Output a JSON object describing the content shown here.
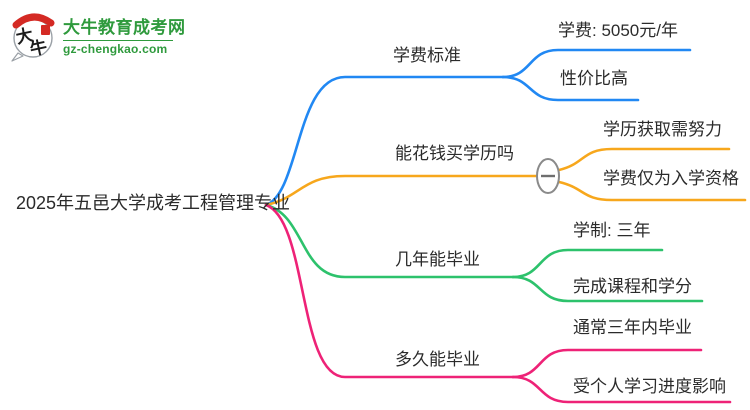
{
  "colors": {
    "branch-blue": "#2188f3",
    "branch-orange": "#f7a71c",
    "branch-green": "#2dc26c",
    "branch-pink": "#ee2277",
    "logo-green": "#2f9a3d",
    "logo-red": "#d42a24",
    "text-dark": "#2b2b2b",
    "toggle-gray": "#8a8a8a"
  },
  "logo": {
    "icon_char_1": "大",
    "icon_char_2": "牛",
    "title": "大牛教育成考网",
    "domain": "gz-chengkao.com"
  },
  "mindmap": {
    "root": {
      "label": "2025年五邑大学成考工程管理专业"
    },
    "branches": [
      {
        "label": "学费标准",
        "color": "#2188f3",
        "children": [
          {
            "label": "学费: 5050元/年"
          },
          {
            "label": "性价比高"
          }
        ]
      },
      {
        "label": "能花钱买学历吗",
        "color": "#f7a71c",
        "collapse_icon": "minus",
        "children": [
          {
            "label": "学历获取需努力"
          },
          {
            "label": "学费仅为入学资格"
          }
        ]
      },
      {
        "label": "几年能毕业",
        "color": "#2dc26c",
        "children": [
          {
            "label": "学制: 三年"
          },
          {
            "label": "完成课程和学分"
          }
        ]
      },
      {
        "label": "多久能毕业",
        "color": "#ee2277",
        "children": [
          {
            "label": "通常三年内毕业"
          },
          {
            "label": "受个人学习进度影响"
          }
        ]
      }
    ]
  }
}
